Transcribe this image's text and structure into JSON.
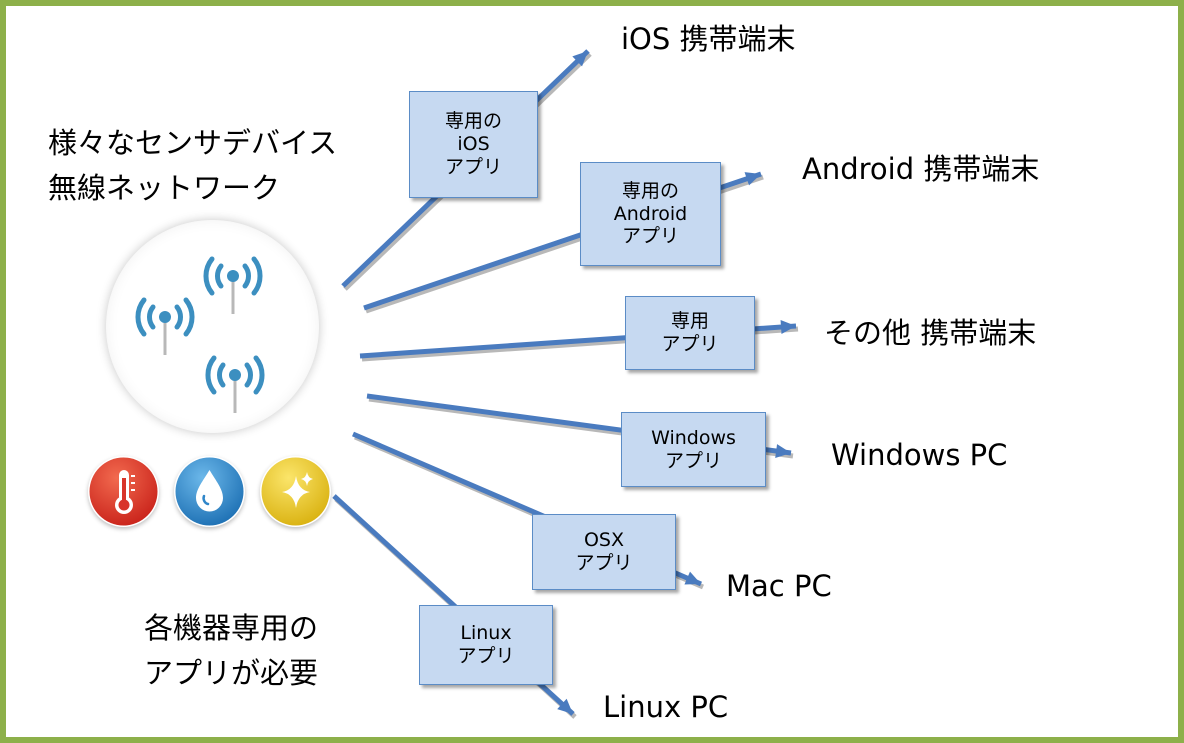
{
  "heading": {
    "line1": "様々なセンサデバイス",
    "line2": "無線ネットワーク"
  },
  "footer_note": {
    "line1": "各機器専用の",
    "line2": "アプリが必要"
  },
  "colors": {
    "frame": "#8db04a",
    "line": "#4a7bbf",
    "box_fill": "#c6d9f1",
    "box_border": "#5b8cc6",
    "wifi_icon": "#3c8fc0",
    "thermo": "#d8342a",
    "water": "#2f86c9",
    "sparkle": "#e8c61c"
  },
  "icons": {
    "wifi": "wifi-signal-icon",
    "thermometer": "thermometer-icon",
    "water": "water-drop-icon",
    "sparkle": "sparkle-icon"
  },
  "routes": [
    {
      "app": [
        "専用の",
        "iOS",
        "アプリ"
      ],
      "target": "iOS  携帯端末"
    },
    {
      "app": [
        "専用の",
        "Android",
        "アプリ"
      ],
      "target": "Android  携帯端末"
    },
    {
      "app": [
        "専用",
        "アプリ"
      ],
      "target": "その他  携帯端末"
    },
    {
      "app": [
        "Windows",
        "アプリ"
      ],
      "target": "Windows PC"
    },
    {
      "app": [
        "OSX",
        "アプリ"
      ],
      "target": "Mac PC"
    },
    {
      "app": [
        "Linux",
        "アプリ"
      ],
      "target": "Linux PC"
    }
  ]
}
